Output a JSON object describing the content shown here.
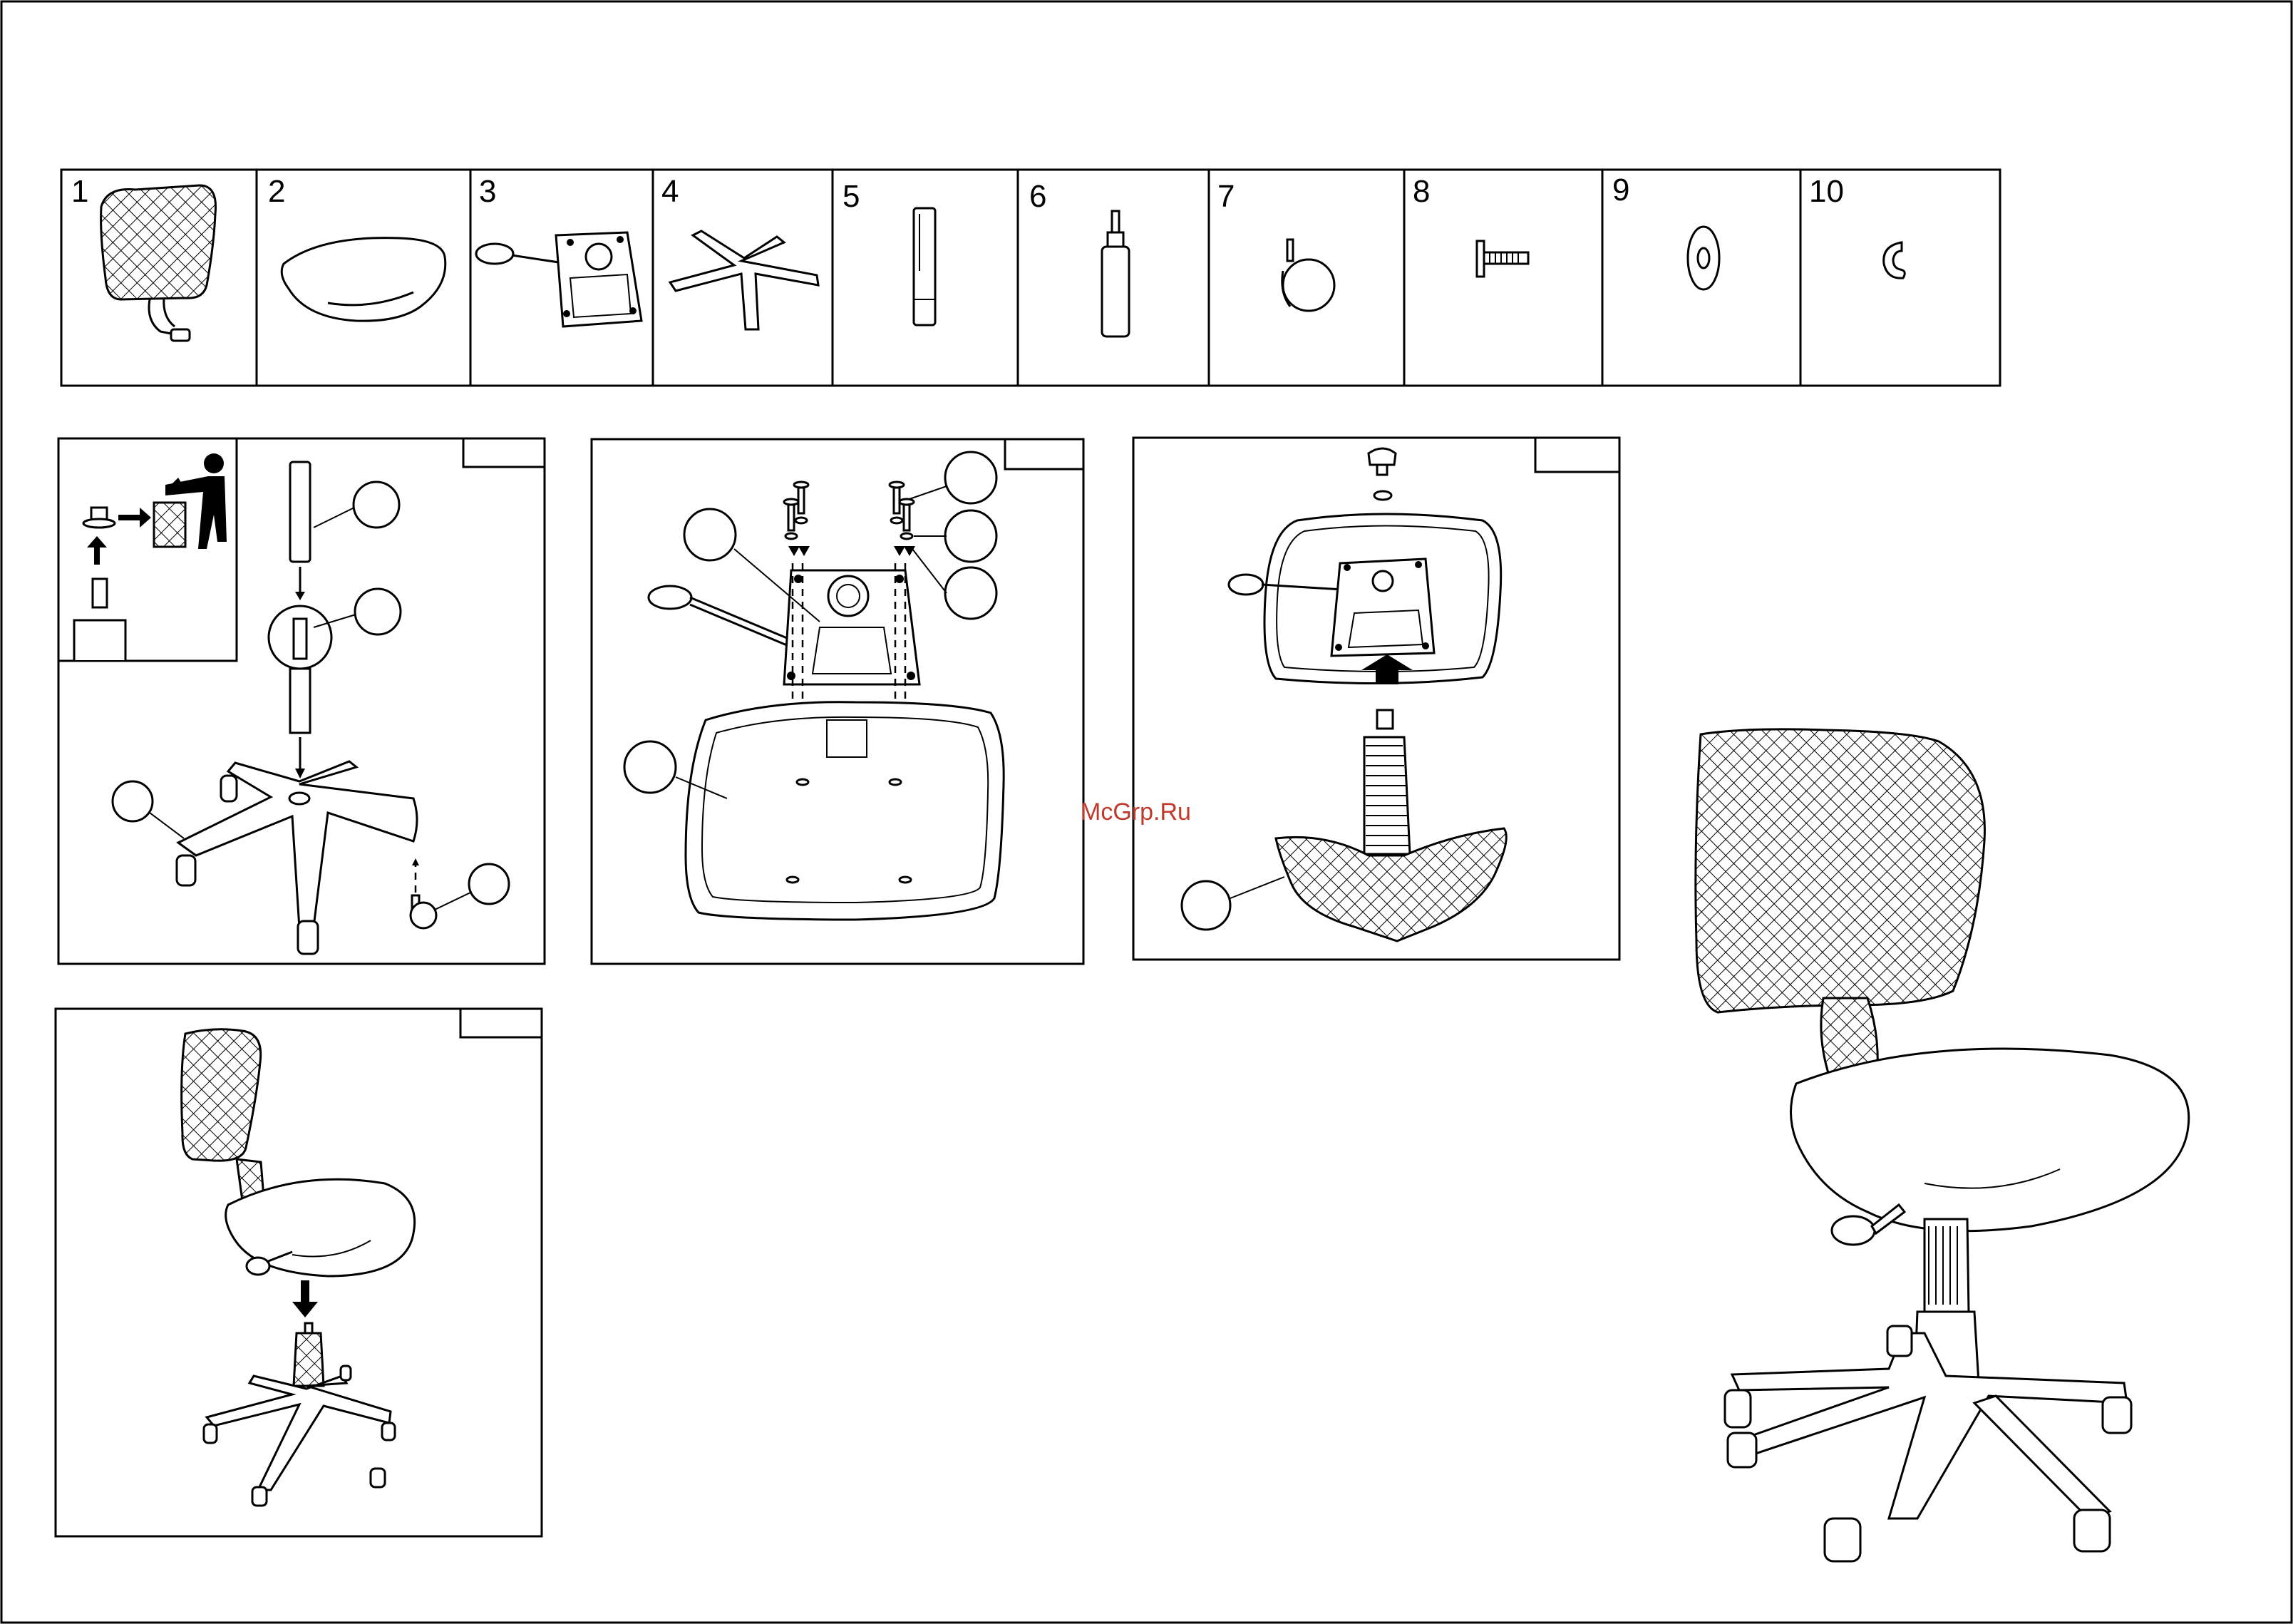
{
  "parts": [
    {
      "number": "1",
      "icon": "backrest-icon"
    },
    {
      "number": "2",
      "icon": "seat-icon"
    },
    {
      "number": "3",
      "icon": "mechanism-icon"
    },
    {
      "number": "4",
      "icon": "base-icon"
    },
    {
      "number": "5",
      "icon": "gas-lift-cover-icon"
    },
    {
      "number": "6",
      "icon": "gas-lift-icon"
    },
    {
      "number": "7",
      "icon": "caster-icon"
    },
    {
      "number": "8",
      "icon": "bolt-icon"
    },
    {
      "number": "9",
      "icon": "washer-icon"
    },
    {
      "number": "10",
      "icon": "spring-washer-icon"
    }
  ],
  "watermark": "McGrp.Ru",
  "colors": {
    "line": "#000000",
    "background": "#ffffff",
    "watermark": "#c0392b"
  }
}
